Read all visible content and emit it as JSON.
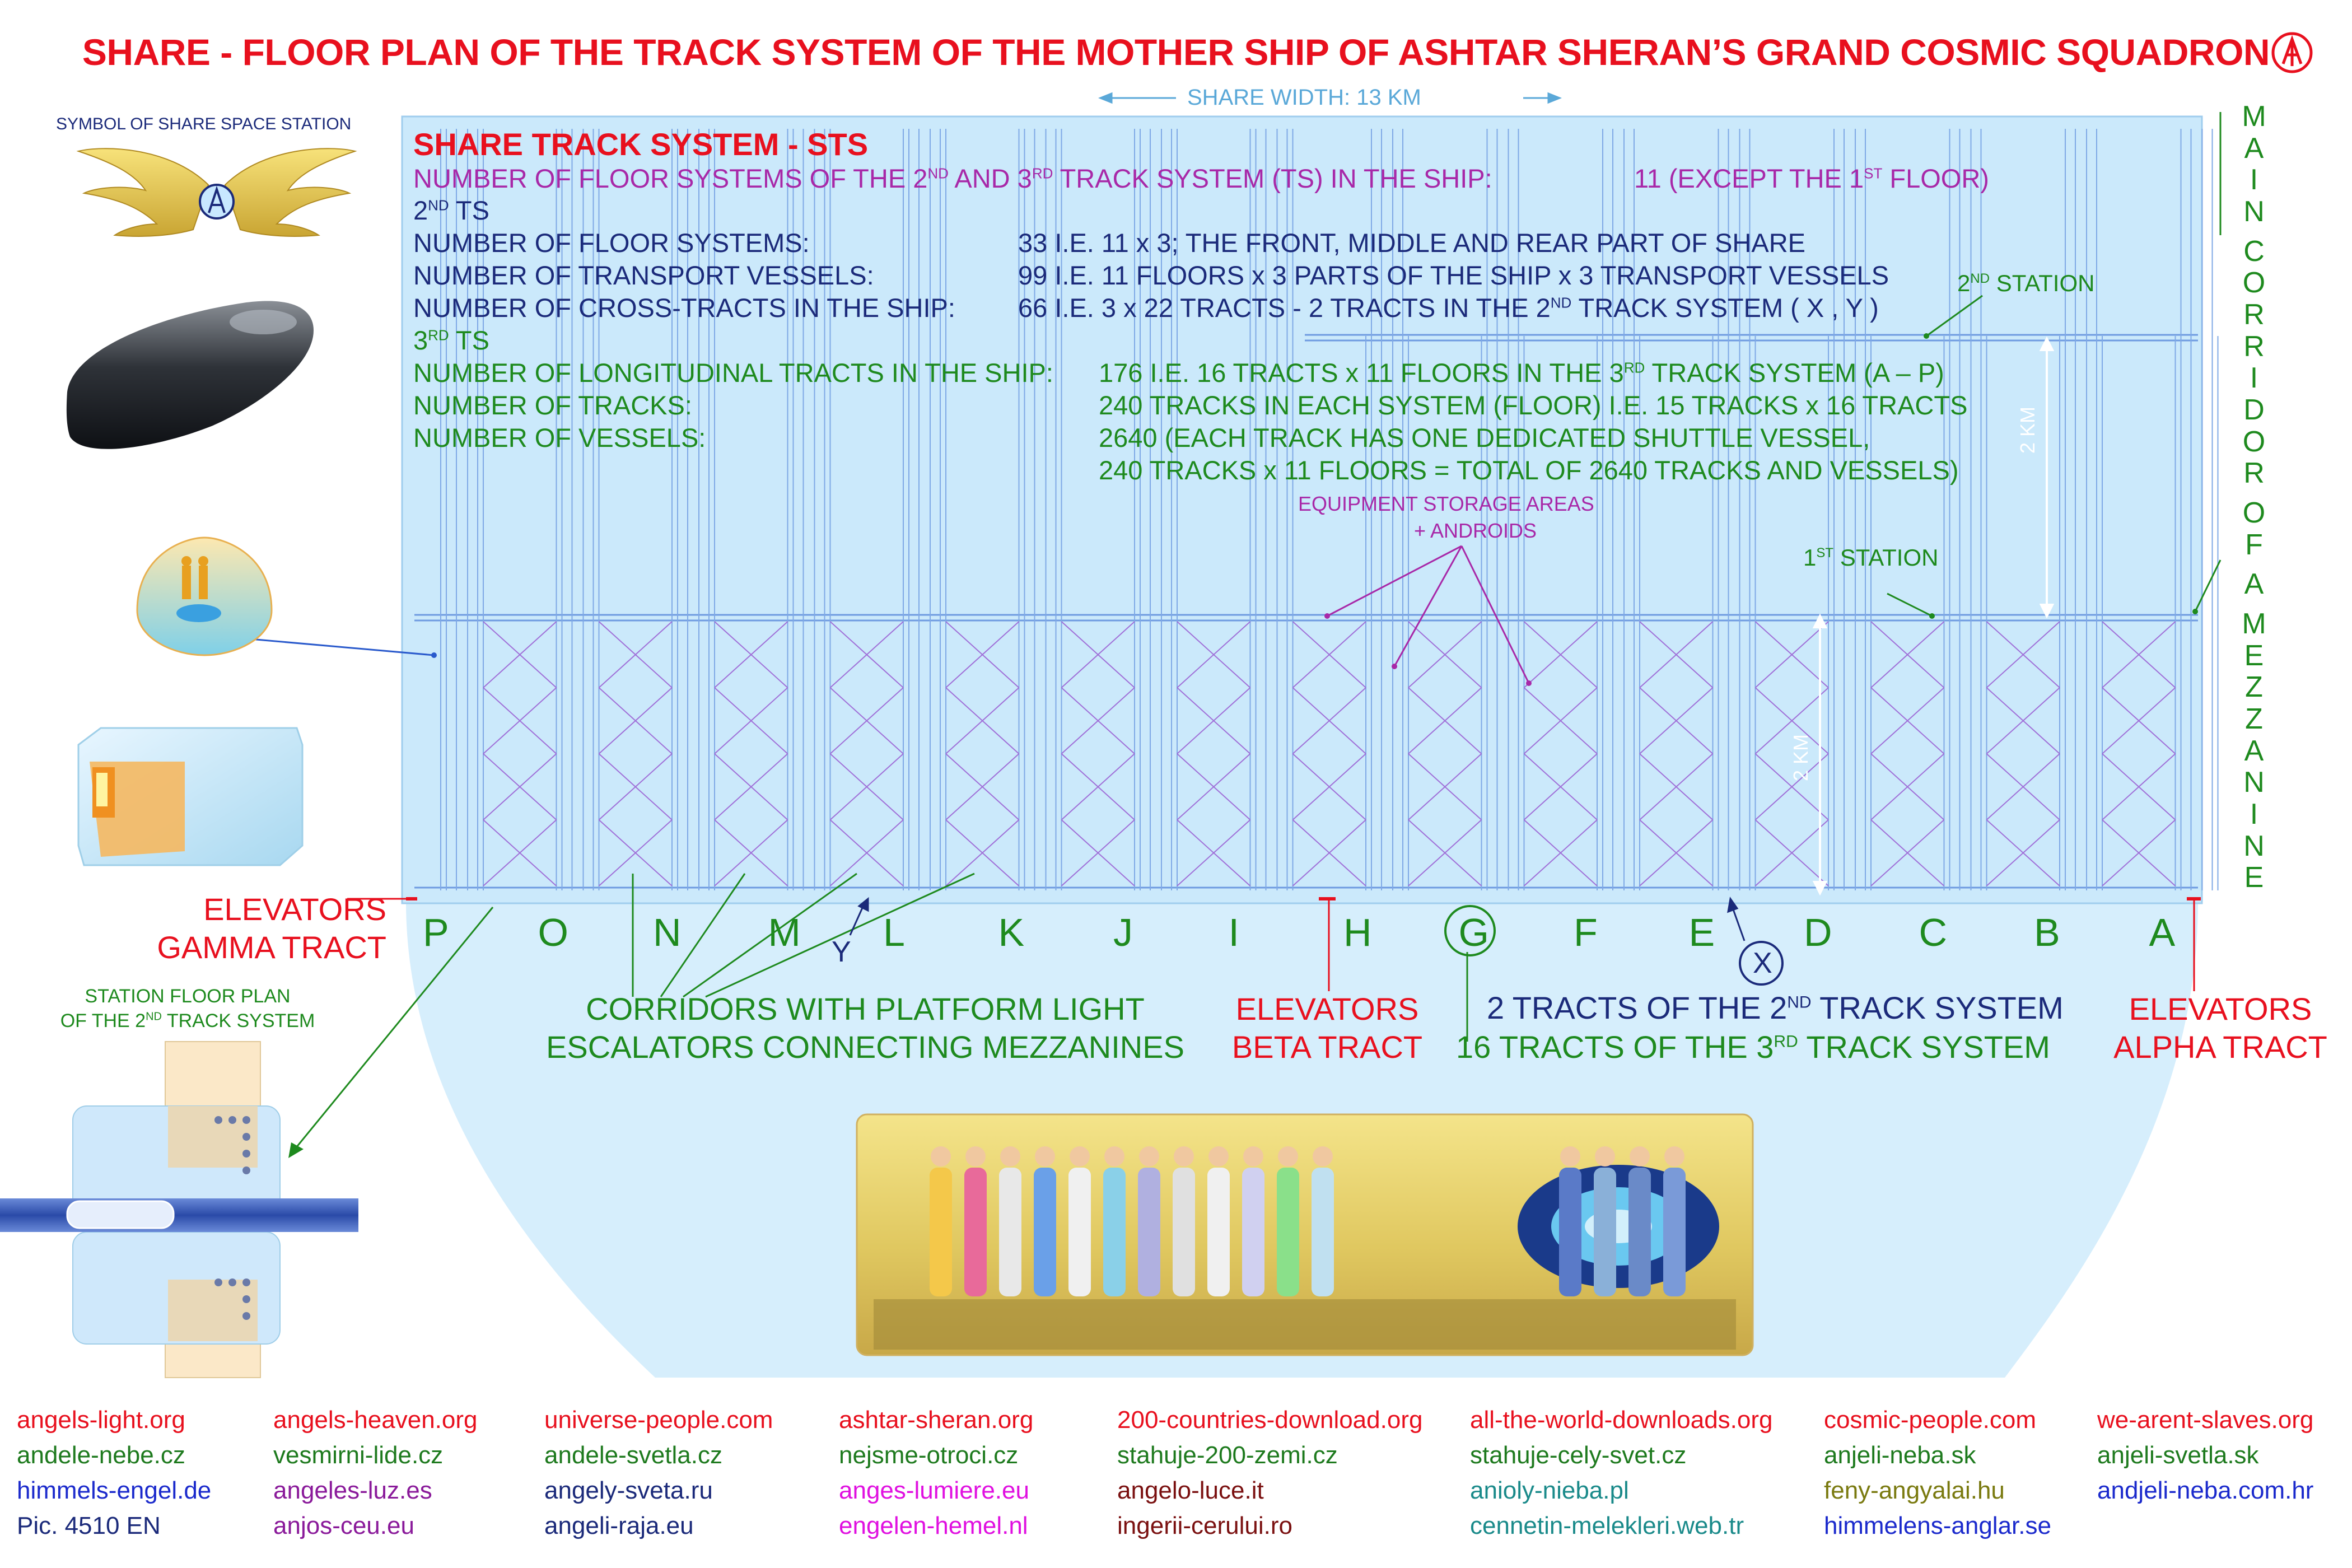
{
  "title": "SHARE - FLOOR PLAN OF THE TRACK SYSTEM OF THE MOTHER SHIP OF ASHTAR SHERAN’S GRAND COSMIC SQUADRON",
  "width_label": "SHARE WIDTH: 13 KM",
  "symbol_label": "SYMBOL OF SHARE SPACE STATION",
  "sts_header": "SHARE TRACK SYSTEM - STS",
  "floor_systems_line": {
    "label_a": "NUMBER OF FLOOR SYSTEMS OF THE 2",
    "sup_a": "ND",
    "label_b": " AND 3",
    "sup_b": "RD",
    "label_c": " TRACK SYSTEM (TS) IN THE SHIP:",
    "value_a": "11 (EXCEPT THE 1",
    "value_sup": "ST",
    "value_b": " FLOOR)"
  },
  "ts2": {
    "heading_num": "2",
    "heading_sup": "ND",
    "heading_rest": " TS",
    "floor_label": "NUMBER OF FLOOR SYSTEMS:",
    "floor_value": "33  I.E. 11 x 3; THE FRONT, MIDDLE AND REAR PART OF SHARE",
    "transport_label": "NUMBER OF TRANSPORT VESSELS:",
    "transport_value": "99  I.E. 11 FLOORS x 3 PARTS OF THE SHIP x 3 TRANSPORT VESSELS",
    "cross_label": "NUMBER OF CROSS-TRACTS IN THE SHIP:",
    "cross_value_a": "66  I.E. 3 x 22 TRACTS - 2 TRACTS IN THE 2",
    "cross_value_sup": "ND",
    "cross_value_b": " TRACK SYSTEM ( X , Y )"
  },
  "ts3": {
    "heading_num": "3",
    "heading_sup": "RD",
    "heading_rest": " TS",
    "long_label": "NUMBER OF LONGITUDINAL TRACTS IN THE SHIP:",
    "long_value": "176  I.E. 16 TRACTS x 11 FLOORS IN THE 3",
    "long_sup": "RD",
    "long_value_b": " TRACK SYSTEM  (A – P)",
    "tracks_label": "NUMBER OF TRACKS:",
    "tracks_value": "240  TRACKS IN EACH SYSTEM (FLOOR)  I.E. 15 TRACKS x 16 TRACTS",
    "vessels_label": "NUMBER OF VESSELS:",
    "vessels_value_1": "2640  (EACH TRACK HAS ONE DEDICATED SHUTTLE VESSEL,",
    "vessels_value_2": "240 TRACKS x 11 FLOORS = TOTAL OF 2640 TRACKS AND VESSELS)"
  },
  "station2_num": "2",
  "station2_sup": "ND",
  "station2_rest": " STATION",
  "station1_num": "1",
  "station1_sup": "ST",
  "station1_rest": " STATION",
  "equipment_1": "EQUIPMENT STORAGE AREAS",
  "equipment_2": "+ ANDROIDS",
  "km_label_upper": "2 KM",
  "km_label_lower": "2 KM",
  "main_corridor_letters": [
    "M",
    "A",
    "I",
    "N",
    "",
    "C",
    "O",
    "R",
    "R",
    "I",
    "D",
    "O",
    "R",
    "",
    "O",
    "F",
    "",
    "A",
    "",
    "M",
    "E",
    "Z",
    "Z",
    "A",
    "N",
    "I",
    "N",
    "E"
  ],
  "tract_letters": [
    "P",
    "O",
    "N",
    "M",
    "L",
    "K",
    "J",
    "I",
    "H",
    "G",
    "F",
    "E",
    "D",
    "C",
    "B",
    "A"
  ],
  "x_label": "X",
  "y_label": "Y",
  "elevators_gamma": [
    "ELEVATORS",
    "GAMMA TRACT"
  ],
  "elevators_beta": [
    "ELEVATORS",
    "BETA TRACT"
  ],
  "elevators_alpha": [
    "ELEVATORS",
    "ALPHA TRACT"
  ],
  "corridors_label": [
    "CORRIDORS WITH PLATFORM LIGHT",
    "ESCALATORS CONNECTING MEZZANINES"
  ],
  "tracts_2nd": {
    "a": "2 TRACTS OF THE 2",
    "sup": "ND",
    "b": " TRACK SYSTEM"
  },
  "tracts_3rd": {
    "a": "16 TRACTS OF THE 3",
    "sup": "RD",
    "b": " TRACK SYSTEM"
  },
  "station_plan": {
    "line1": "STATION FLOOR PLAN",
    "line2_a": "OF THE 2",
    "line2_sup": "ND",
    "line2_b": " TRACK SYSTEM"
  },
  "links": [
    [
      "angels-light.org",
      "andele-nebe.cz",
      "himmels-engel.de",
      "Pic. 4510 EN"
    ],
    [
      "angels-heaven.org",
      "vesmirni-lide.cz",
      "angeles-luz.es",
      "anjos-ceu.eu"
    ],
    [
      "universe-people.com",
      "andele-svetla.cz",
      "angely-sveta.ru",
      "angeli-raja.eu"
    ],
    [
      "ashtar-sheran.org",
      "nejsme-otroci.cz",
      "anges-lumiere.eu",
      "engelen-hemel.nl"
    ],
    [
      "200-countries-download.org",
      "stahuje-200-zemi.cz",
      "angelo-luce.it",
      "ingerii-cerului.ro"
    ],
    [
      "all-the-world-downloads.org",
      "stahuje-cely-svet.cz",
      "anioly-nieba.pl",
      "cennetin-melekleri.web.tr"
    ],
    [
      "cosmic-people.com",
      "anjeli-neba.sk",
      "feny-angyalai.hu",
      "himmelens-anglar.se"
    ],
    [
      "we-arent-slaves.org",
      "anjeli-svetla.sk",
      "andjeli-neba.com.hr",
      ""
    ]
  ],
  "link_colors": [
    [
      "#e8101e",
      "#1e7a1e",
      "#1b2acc",
      "#1b2a7a"
    ],
    [
      "#e8101e",
      "#1e7a1e",
      "#8a1a9a",
      "#8a1a9a"
    ],
    [
      "#e8101e",
      "#1e7a1e",
      "#1b2a7a",
      "#1b2a7a"
    ],
    [
      "#e8101e",
      "#1e7a1e",
      "#e010e0",
      "#e010e0"
    ],
    [
      "#e8101e",
      "#1e7a1e",
      "#7a1010",
      "#7a1010"
    ],
    [
      "#e8101e",
      "#1e7a1e",
      "#1a8a8a",
      "#1a8a8a"
    ],
    [
      "#e8101e",
      "#1e7a1e",
      "#7a7a10",
      "#1b2acc"
    ],
    [
      "#e8101e",
      "#1e7a1e",
      "#1b2acc",
      "#1b2acc"
    ]
  ]
}
